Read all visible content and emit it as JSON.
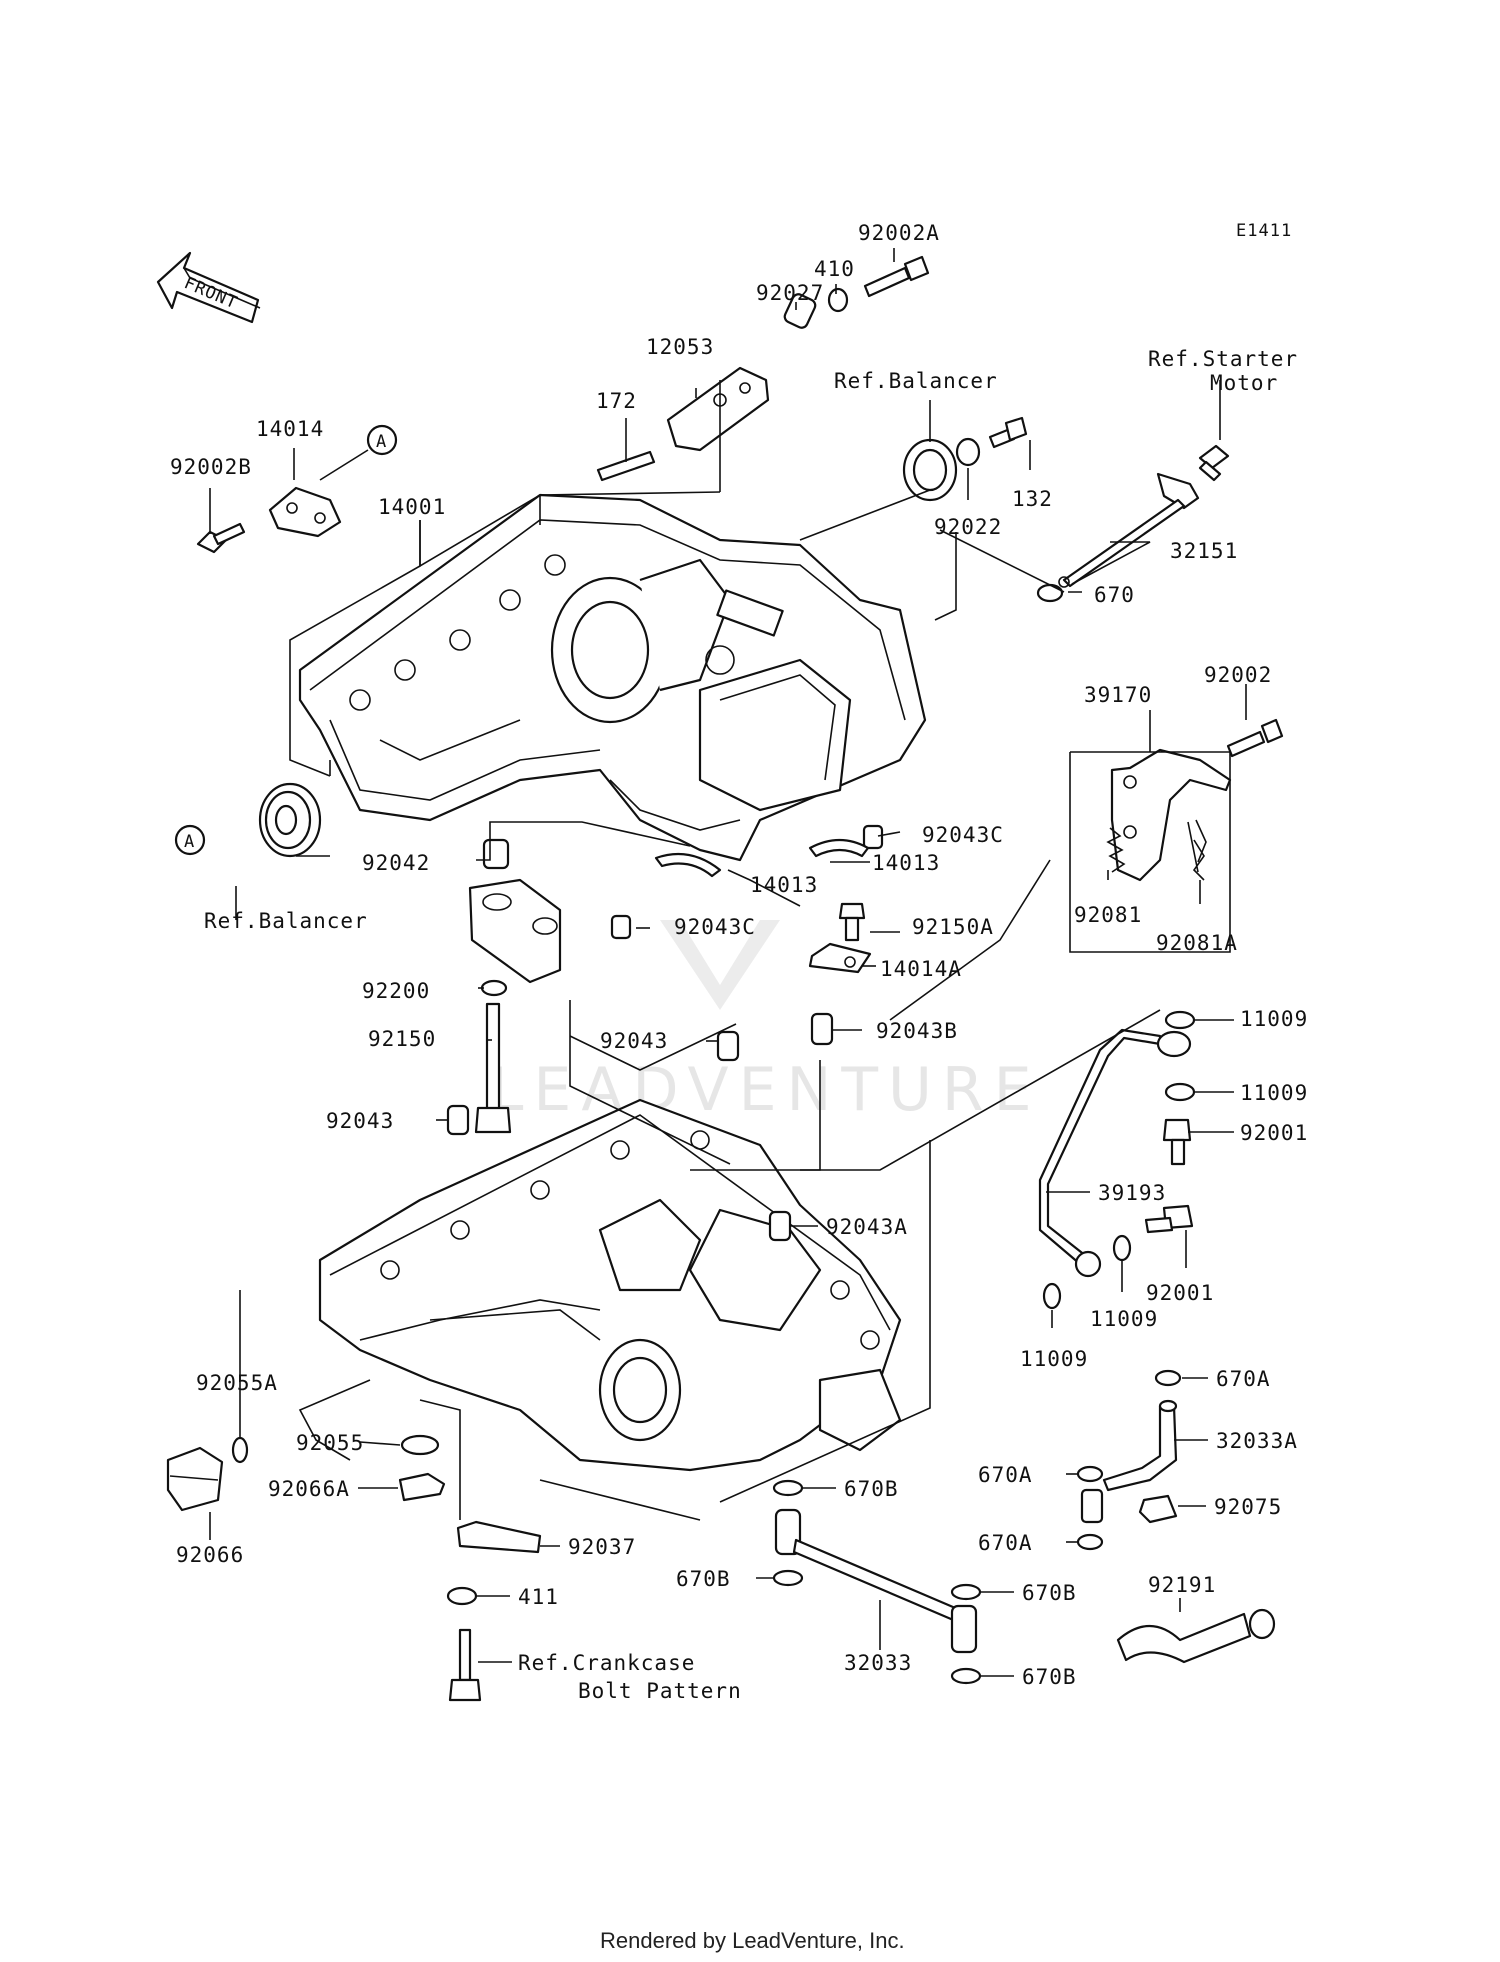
{
  "diagram_code": "E1411",
  "front_label": "FRONT",
  "callout_a": "A",
  "labels": {
    "p92002A": "92002A",
    "p410": "410",
    "p92027": "92027",
    "p12053": "12053",
    "p172": "172",
    "p14014": "14014",
    "p92002B": "92002B",
    "p14001": "14001",
    "ref_balancer_top": "Ref.Balancer",
    "p132": "132",
    "p92022": "92022",
    "ref_starter_1": "Ref.Starter",
    "ref_starter_2": "Motor",
    "p32151": "32151",
    "p670": "670",
    "p39170": "39170",
    "p92002": "92002",
    "p92043C_a": "92043C",
    "p14013_a": "14013",
    "p14013_b": "14013",
    "p92043C_b": "92043C",
    "p92042": "92042",
    "ref_balancer_left": "Ref.Balancer",
    "p92081": "92081",
    "p92081A": "92081A",
    "p92150A": "92150A",
    "p14014A": "14014A",
    "p92200": "92200",
    "p92150": "92150",
    "p92043_a": "92043",
    "p92043B": "92043B",
    "p11009_a": "11009",
    "p11009_b": "11009",
    "p92001_a": "92001",
    "p92043_b": "92043",
    "p39193": "39193",
    "p92043A": "92043A",
    "p92001_b": "92001",
    "p11009_c": "11009",
    "p11009_d": "11009",
    "p92055A": "92055A",
    "p92055": "92055",
    "p92066A": "92066A",
    "p92066": "92066",
    "p670A_a": "670A",
    "p32033A": "32033A",
    "p670B_a": "670B",
    "p670A_b": "670A",
    "p92075": "92075",
    "p670A_c": "670A",
    "p92037": "92037",
    "p670B_b": "670B",
    "p670B_c": "670B",
    "p411": "411",
    "p92191": "92191",
    "ref_crank_1": "Ref.Crankcase",
    "ref_crank_2": "Bolt Pattern",
    "p32033": "32033",
    "p670B_d": "670B"
  },
  "watermark": "LEADVENTURE",
  "footer": "Rendered by LeadVenture, Inc."
}
